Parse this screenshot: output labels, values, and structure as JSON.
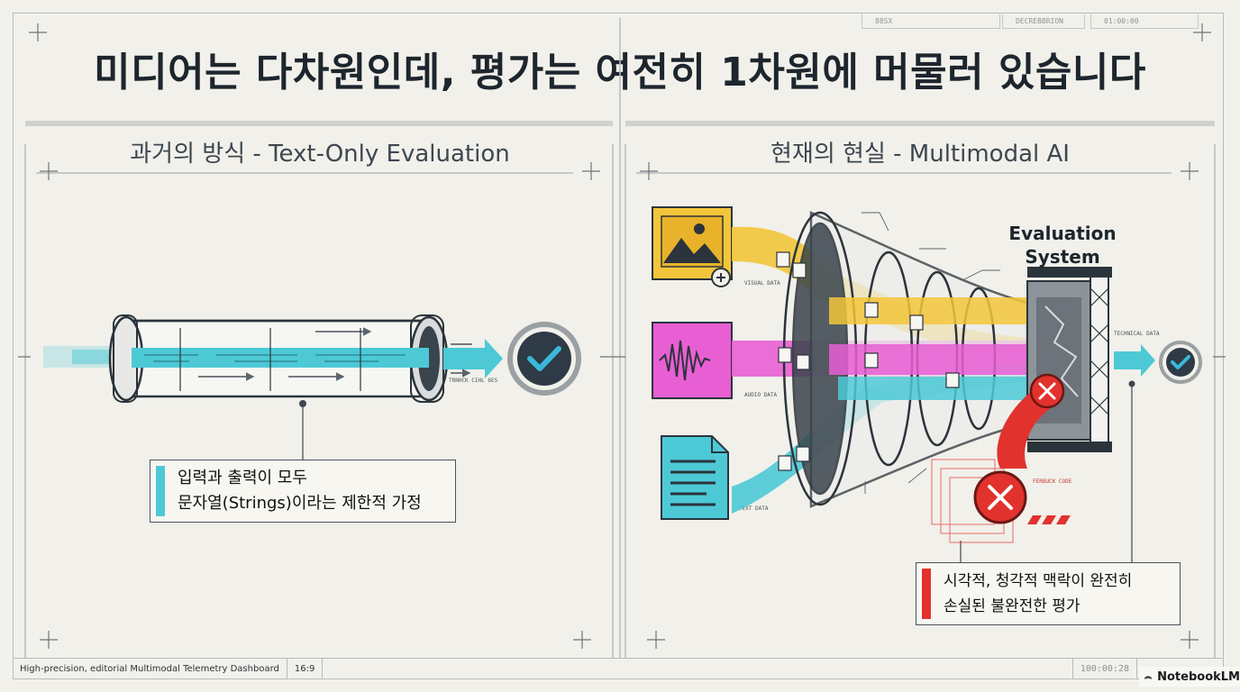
{
  "title": "미디어는 다차원인데, 평가는 여전히 1차원에 머물러 있습니다",
  "top_meta": {
    "code": "88SX",
    "label": "DECREB8RION",
    "clock": "01:00:00"
  },
  "left_panel": {
    "title": "과거의 방식 - Text-Only Evaluation",
    "tiny_label": "TRNHCK CIHL 6ES",
    "callout_line1": "입력과 출력이 모두",
    "callout_line2": "문자열(Strings)이라는 제한적 가정"
  },
  "right_panel": {
    "title": "현재의 현실 - Multimodal AI",
    "eval_line1": "Evaluation",
    "eval_line2": "System",
    "callout_line1": "시각적, 청각적 맥락이 완전히",
    "callout_line2": "손실된 불완전한 평가",
    "tiny_image": "VISUAL DATA",
    "tiny_audio": "AUDIO DATA",
    "tiny_text": "TEXT DATA",
    "tiny_out": "TECHNICAL DATA",
    "tiny_err": "FERBUCK CODE"
  },
  "footer": {
    "caption": "High-precision, editorial Multimodal Telemetry Dashboard",
    "ratio": "16:9",
    "timestamp": "100:00:28"
  },
  "brand": "NotebookLM",
  "colors": {
    "image_stream": "#f2c53a",
    "audio_stream": "#e85fd3",
    "text_stream": "#4dc9d6",
    "error": "#e2322d",
    "check_ring": "#2e3a45",
    "check_mark": "#3ab8d8"
  }
}
